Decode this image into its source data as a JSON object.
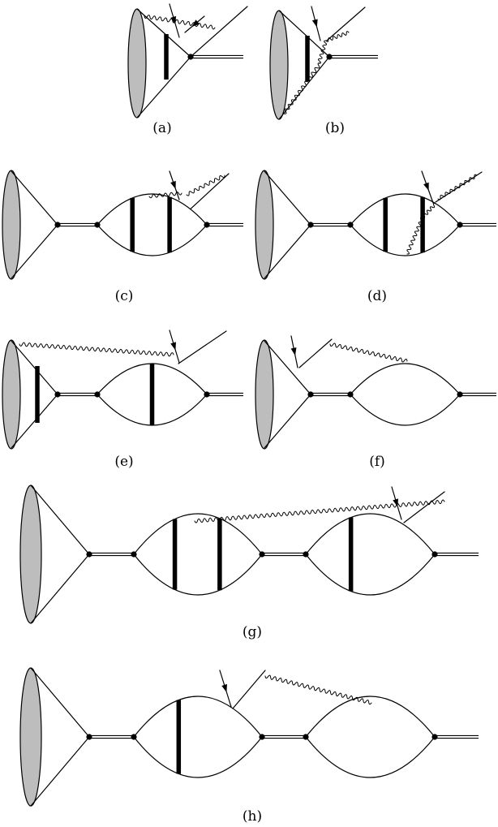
{
  "figure": {
    "panels": [
      {
        "id": "a",
        "label": "(a)"
      },
      {
        "id": "b",
        "label": "(b)"
      },
      {
        "id": "c",
        "label": "(c)"
      },
      {
        "id": "d",
        "label": "(d)"
      },
      {
        "id": "e",
        "label": "(e)"
      },
      {
        "id": "f",
        "label": "(f)"
      },
      {
        "id": "g",
        "label": "(g)"
      },
      {
        "id": "h",
        "label": "(h)"
      }
    ]
  },
  "colors": {
    "line": "#000000",
    "blob_fill": "#bdbdbd",
    "background": "#ffffff"
  }
}
